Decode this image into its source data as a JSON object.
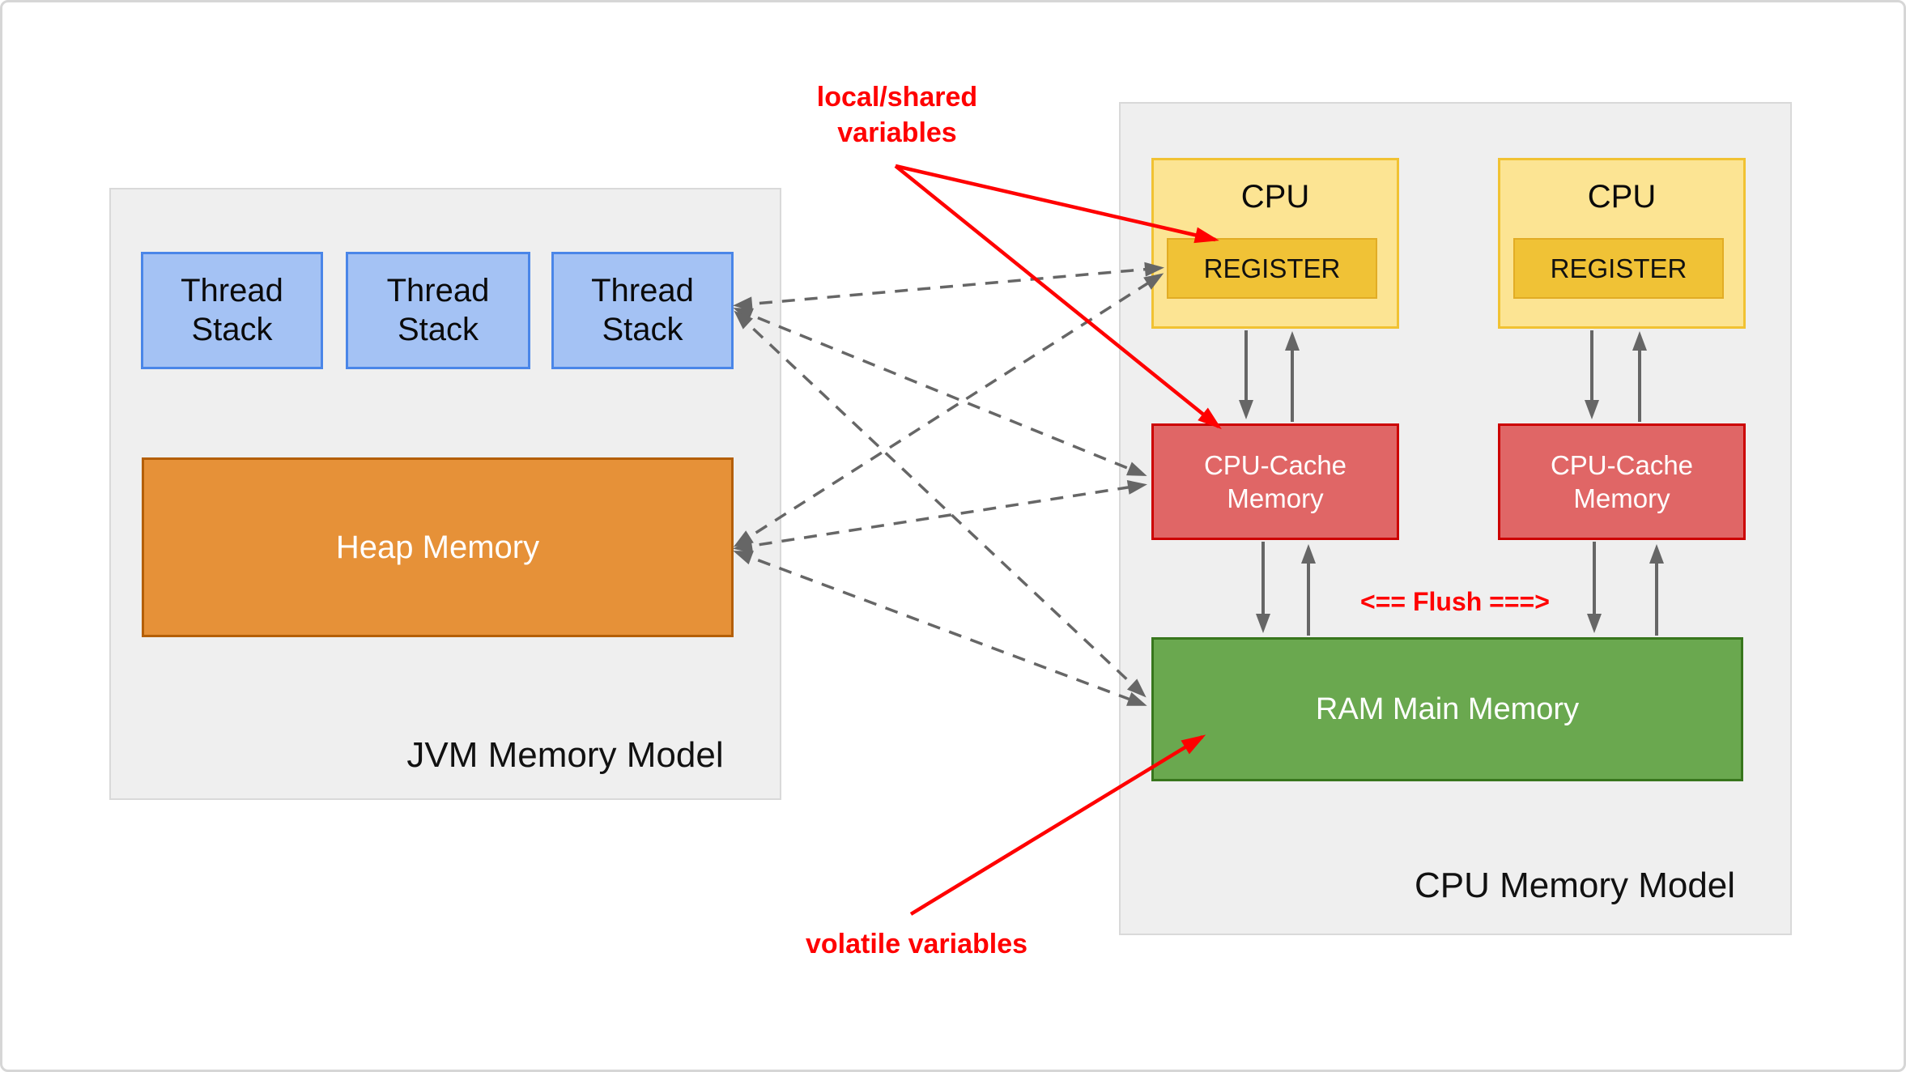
{
  "diagram": {
    "jvm": {
      "title": "JVM Memory Model",
      "thread_stacks": [
        {
          "label": "Thread Stack"
        },
        {
          "label": "Thread Stack"
        },
        {
          "label": "Thread Stack"
        }
      ],
      "heap": {
        "label": "Heap Memory"
      }
    },
    "cpu": {
      "title": "CPU Memory Model",
      "units": [
        {
          "label": "CPU",
          "register": "REGISTER"
        },
        {
          "label": "CPU",
          "register": "REGISTER"
        }
      ],
      "caches": [
        {
          "label": "CPU-Cache Memory"
        },
        {
          "label": "CPU-Cache Memory"
        }
      ],
      "ram": {
        "label": "RAM Main Memory"
      },
      "flush_label": "<== Flush ===>"
    },
    "annotations": {
      "local_shared_label": "local/shared variables",
      "volatile_label": "volatile variables"
    },
    "colors": {
      "thread_stack_fill": "#a4c2f4",
      "thread_stack_border": "#4a86e8",
      "heap_fill": "#e69138",
      "heap_border": "#b45f06",
      "cpu_fill": "#fce493",
      "cpu_border": "#f1c232",
      "register_fill": "#f0c236",
      "cache_fill": "#e06666",
      "cache_border": "#cc0000",
      "ram_fill": "#6aa84f",
      "ram_border": "#38761d",
      "panel_fill": "#efefef",
      "annotation_red": "#ff0000",
      "connector_gray": "#666666"
    }
  }
}
